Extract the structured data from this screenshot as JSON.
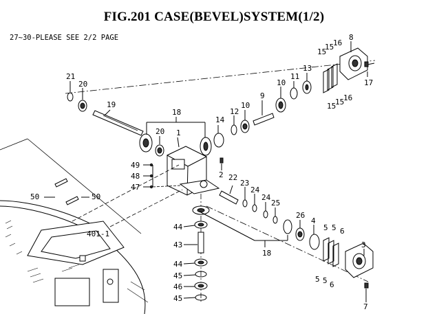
{
  "figure": {
    "title": "FIG.201  CASE(BEVEL)SYSTEM(1/2)",
    "note": "27~30-PLEASE SEE 2/2 PAGE"
  },
  "part_numbers": {
    "p1": "1",
    "p2": "2",
    "p3": "3",
    "p4": "4",
    "p5": "5",
    "p6": "6",
    "p7": "7",
    "p8": "8",
    "p9": "9",
    "p10": "10",
    "p11": "11",
    "p12": "12",
    "p13": "13",
    "p14": "14",
    "p15": "15",
    "p16": "16",
    "p17": "17",
    "p18": "18",
    "p19": "19",
    "p20": "20",
    "p21": "21",
    "p22": "22",
    "p23": "23",
    "p24": "24",
    "p25": "25",
    "p26": "26",
    "p43": "43",
    "p44": "44",
    "p45": "45",
    "p46": "46",
    "p47": "47",
    "p48": "48",
    "p49": "49",
    "p50": "50",
    "p401_1": "401-1"
  }
}
